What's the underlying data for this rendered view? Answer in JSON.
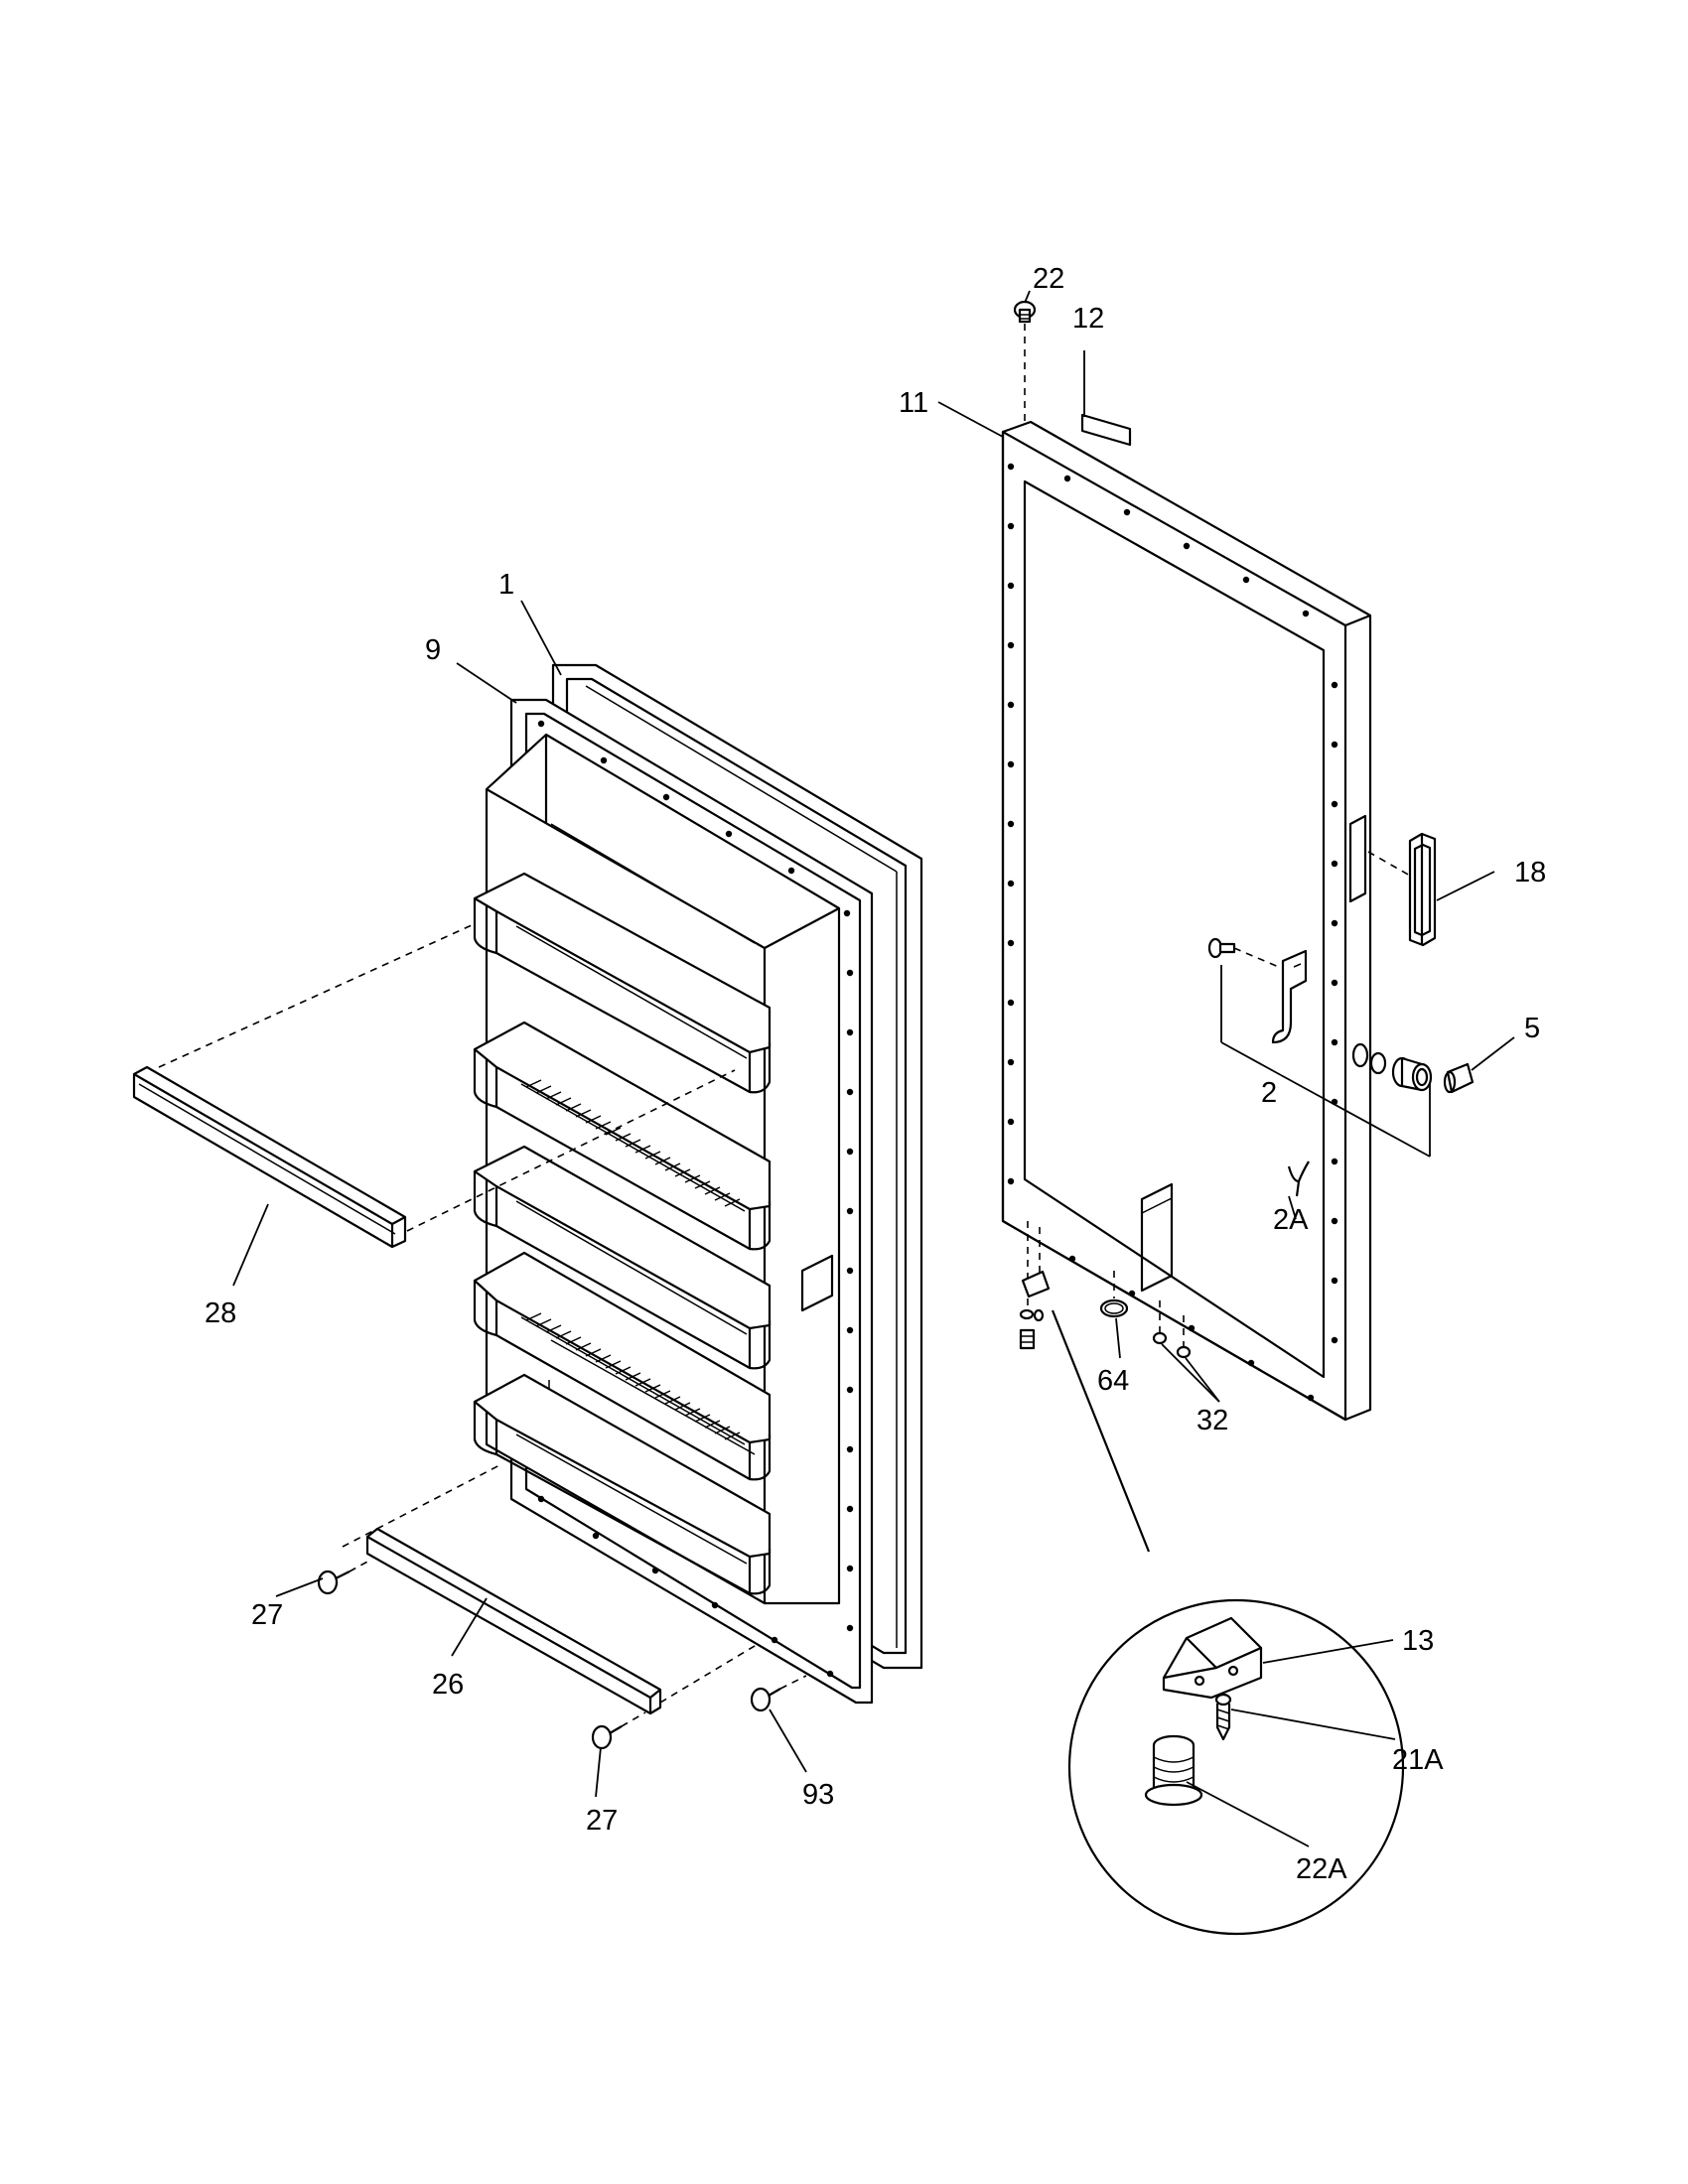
{
  "labels": {
    "p1": "1",
    "p9": "9",
    "p28": "28",
    "p27a": "27",
    "p26": "26",
    "p27b": "27",
    "p93": "93",
    "p22": "22",
    "p12": "12",
    "p11": "11",
    "p18": "18",
    "p5": "5",
    "p2": "2",
    "p2A": "2A",
    "p64": "64",
    "p32": "32",
    "p13": "13",
    "p21A": "21A",
    "p22A": "22A"
  }
}
